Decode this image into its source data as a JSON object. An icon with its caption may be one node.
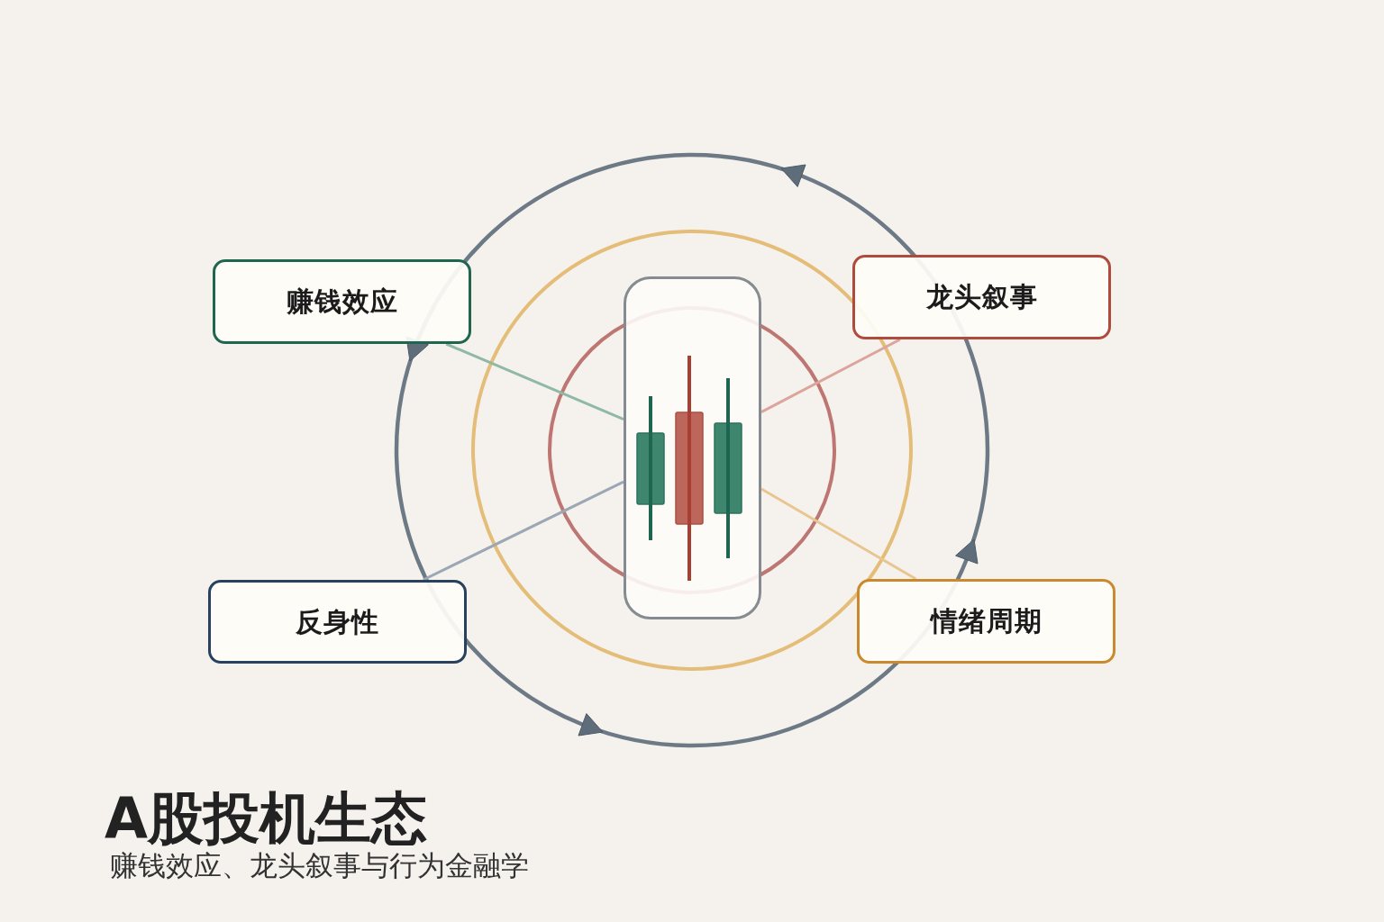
{
  "diagram": {
    "title": "A股投机生态",
    "nodes": [
      {
        "text": [
          "赚钱效应"
        ]
      },
      {
        "text": [
          "龙头叙事"
        ]
      },
      {
        "text": [],
        "shape": "picture"
      },
      {
        "text": [
          "反身性"
        ]
      },
      {
        "text": [
          "情绪周期"
        ]
      }
    ],
    "edges": [
      {
        "from": 2,
        "to": 0,
        "arrow": "none",
        "color": "#8fb9a6"
      },
      {
        "from": 2,
        "to": 1,
        "arrow": "none",
        "color": "#dca59c"
      },
      {
        "from": 2,
        "to": 3,
        "arrow": "none",
        "color": "#9ba7b4"
      },
      {
        "from": 2,
        "to": 4,
        "arrow": "none",
        "color": "#e9c590"
      }
    ],
    "labels": [
      "赚钱效应、龙头叙事与行为金融学"
    ]
  }
}
